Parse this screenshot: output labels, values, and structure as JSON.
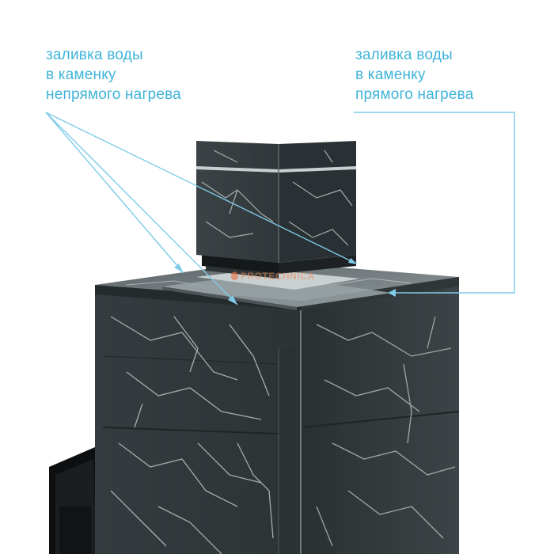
{
  "labels": {
    "left": {
      "lines": [
        "заливка воды",
        "в каменку",
        "непрямого нагрева"
      ]
    },
    "right": {
      "lines": [
        "заливка воды",
        "в каменку",
        "прямого нагрева"
      ]
    }
  },
  "watermark": {
    "text": "PROTECHNICA"
  },
  "colors": {
    "label_text": "#3fb3d9",
    "callout_line": "#7fcbe8",
    "stone_dark": "#2b3133",
    "stone_mid": "#3a4144",
    "vein": "#b9c2c2",
    "background": "#ffffff"
  },
  "illustration": {
    "subject": "soapstone sauna stove with chimney",
    "material": "dark talcochlorite stone with white veins"
  }
}
